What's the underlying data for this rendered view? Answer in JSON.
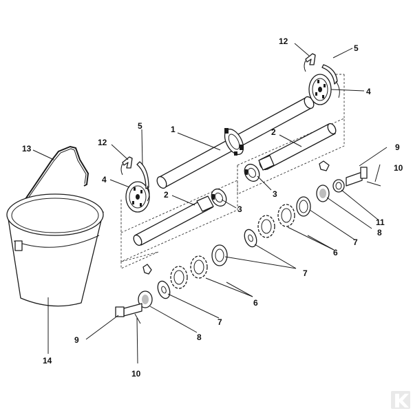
{
  "callouts": {
    "c1": "1",
    "c2a": "2",
    "c2b": "2",
    "c3a": "3",
    "c3b": "3",
    "c4a": "4",
    "c4b": "4",
    "c5a": "5",
    "c5b": "5",
    "c6a": "6",
    "c6b": "6",
    "c7a": "7",
    "c7b": "7",
    "c7c": "7",
    "c8a": "8",
    "c8b": "8",
    "c9a": "9",
    "c9b": "9",
    "c10a": "10",
    "c10b": "10",
    "c11": "11",
    "c12a": "12",
    "c12b": "12",
    "c13": "13",
    "c14": "14"
  },
  "colors": {
    "line": "#1a1a1a",
    "background": "#ffffff",
    "brand_mark": "#e9e9e9"
  }
}
